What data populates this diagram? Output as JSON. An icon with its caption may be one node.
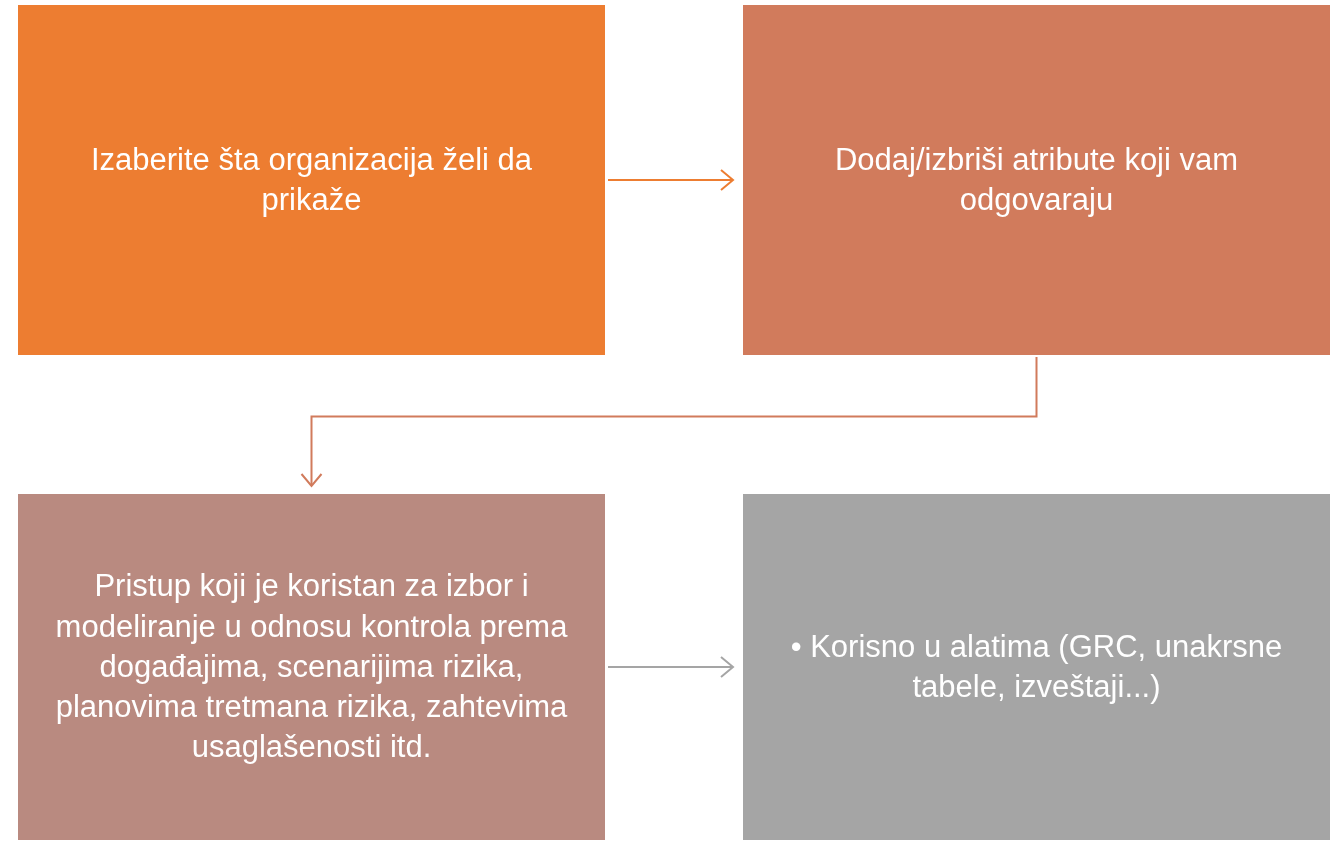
{
  "diagram": {
    "nodes": [
      {
        "text": [
          "Izaberite šta organizacija želi da prikaže"
        ]
      },
      {
        "text": [
          "Dodaj/izbriši atribute koji vam odgovaraju"
        ]
      },
      {
        "text": [
          "Pristup koji je koristan za izbor i modeliranje u odnosu kontrola prema događajima, scenarijima rizika, planovima tretmana rizika, zahtevima usaglašenosti itd."
        ]
      },
      {
        "text": [
          "• Korisno u alatima (GRC, unakrsne tabele, izveštaji...)"
        ]
      }
    ],
    "edges": [
      {
        "from": 0,
        "to": 1,
        "arrow": "to",
        "color": "#ed7d31"
      },
      {
        "from": 1,
        "to": 2,
        "arrow": "to",
        "color": "#d17b5c"
      },
      {
        "from": 2,
        "to": 3,
        "arrow": "to",
        "color": "#a5a5a5"
      }
    ]
  }
}
